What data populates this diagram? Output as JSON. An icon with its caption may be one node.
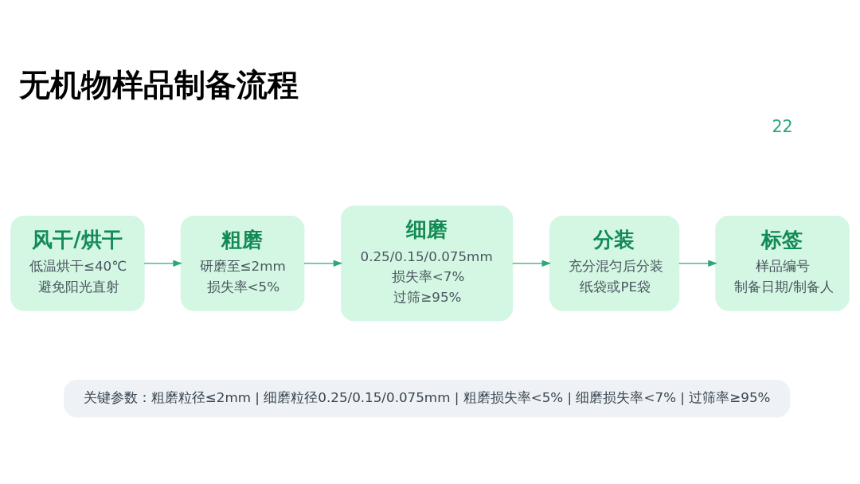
{
  "diagram": {
    "title": "无机物样品制备流程",
    "nodes": [
      {
        "text": [
          "风干/烘干",
          "低温烘干≤40℃",
          "避免阳光直射"
        ]
      },
      {
        "text": [
          "粗磨",
          "研磨至≤2mm",
          "损失率<5%"
        ]
      },
      {
        "text": [
          "细磨",
          "0.25/0.15/0.075mm",
          "损失率<7%",
          "过筛≥95%"
        ]
      },
      {
        "text": [
          "分装",
          "充分混匀后分装",
          "纸袋或PE袋"
        ]
      },
      {
        "text": [
          "标签",
          "样品编号",
          "制备日期/制备人"
        ]
      }
    ],
    "edges": [
      {
        "from": 0,
        "to": 1,
        "arrow": "to"
      },
      {
        "from": 1,
        "to": 2,
        "arrow": "to"
      },
      {
        "from": 2,
        "to": 3,
        "arrow": "to"
      },
      {
        "from": 3,
        "to": 4,
        "arrow": "to"
      }
    ],
    "labels": [
      "22",
      "关键参数：粗磨粒径≤2mm | 细磨粒径0.25/0.15/0.075mm | 粗磨损失率<5% | 细磨损失率<7% | 过筛率≥95%"
    ]
  }
}
